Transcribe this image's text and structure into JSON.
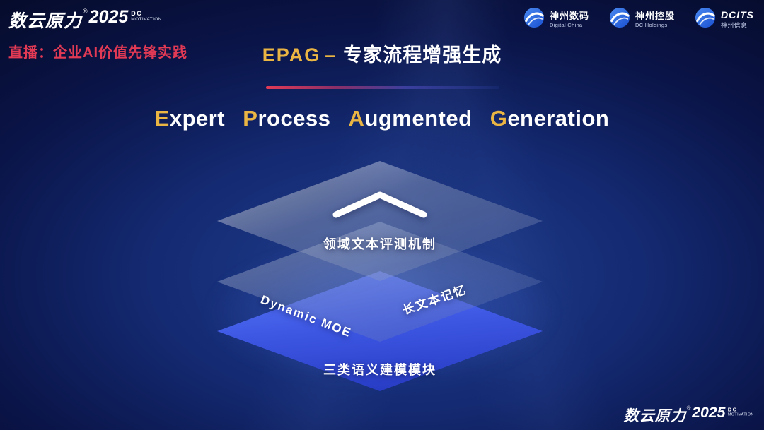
{
  "brand": {
    "name": "数云原力",
    "reg": "®",
    "year": "2025",
    "sub_line1": "DC",
    "sub_line2": "MOTIVATION"
  },
  "header": {
    "live_label": "直播：企业AI价值先锋实践",
    "partner_logos": [
      {
        "line1": "神州数码",
        "line2": "Digital China"
      },
      {
        "line1": "神州控股",
        "line2": "DC Holdings"
      },
      {
        "line1": "DCITS",
        "line2": "神州信息"
      }
    ]
  },
  "title": {
    "en": "EPAG",
    "dash": "–",
    "zh": "专家流程增强生成"
  },
  "subtitle": {
    "words": [
      {
        "lead": "E",
        "rest": "xpert"
      },
      {
        "lead": "P",
        "rest": "rocess"
      },
      {
        "lead": "A",
        "rest": "ugmented"
      },
      {
        "lead": "G",
        "rest": "eneration"
      }
    ]
  },
  "diagram": {
    "top_label": "领域文本评测机制",
    "mid_left_label": "Dynamic MOE",
    "mid_right_label": "长文本记忆",
    "bottom_label": "三类语义建模模块"
  },
  "colors": {
    "accent_gold": "#EAB543",
    "accent_red": "#E23A55",
    "layer_blue": "#3E58E4",
    "background_navy": "#0A1448"
  }
}
